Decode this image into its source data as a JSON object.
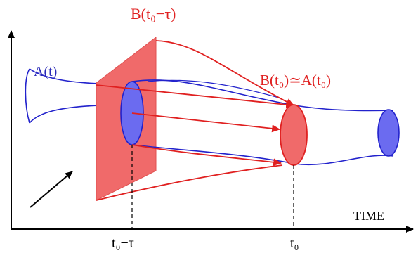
{
  "labels": {
    "a_t": "A(t)",
    "b_before": "B(t₀−τ)",
    "b_now": "B(t₀)≃A(t₀)",
    "time_axis": "TIME",
    "tick_before": "t₀−τ",
    "tick_now": "t₀"
  },
  "colors": {
    "tube": "#2222cc",
    "plane": "#f06a6a",
    "arrow": "#e02020",
    "label_a": "#2a2ab8",
    "label_b": "#e02020",
    "disk": "#6b6bf0",
    "axis": "#000000"
  }
}
